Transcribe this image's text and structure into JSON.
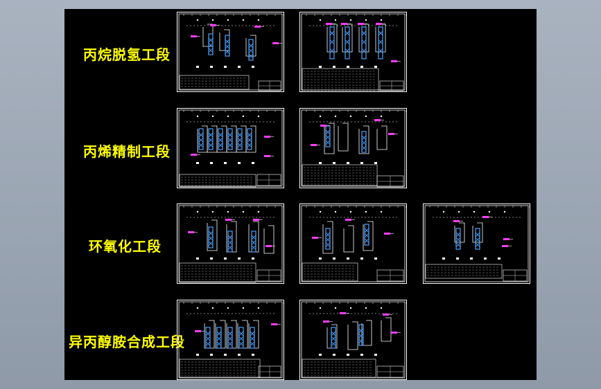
{
  "colors": {
    "background": "#000000",
    "frame": "#ffffff",
    "label": "#ffff00",
    "equipment": "#4da3ff",
    "stream_tag": "#ff3cff",
    "pipe": "#ffffff"
  },
  "sections": [
    {
      "name": "丙烷脱氢工段",
      "sheets": 2
    },
    {
      "name": "丙烯精制工段",
      "sheets": 2
    },
    {
      "name": "环氧化工段",
      "sheets": 3
    },
    {
      "name": "异丙醇胺合成工段",
      "sheets": 2
    }
  ]
}
